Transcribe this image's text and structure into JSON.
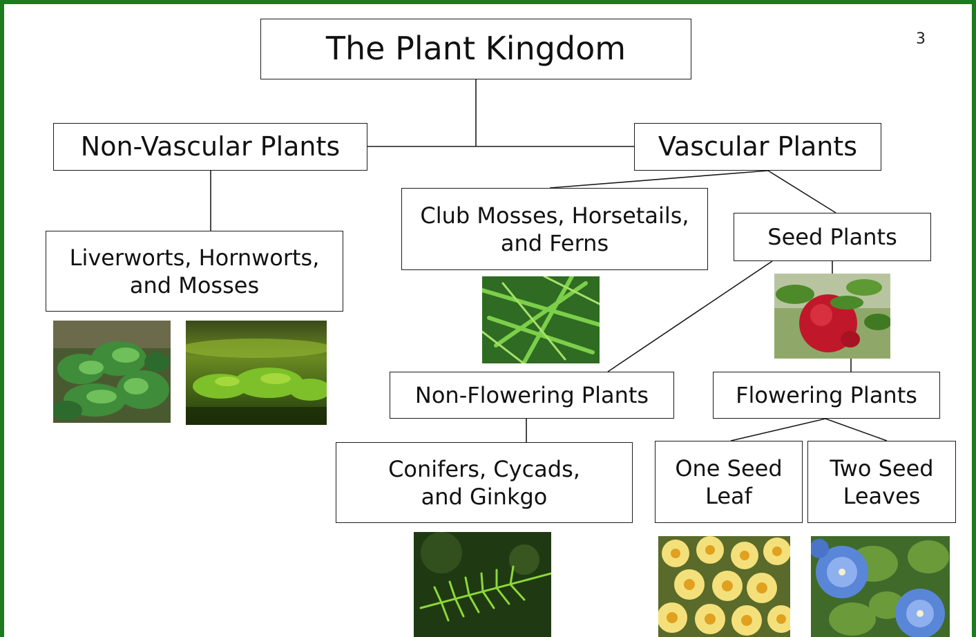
{
  "slide": {
    "page_number": "3",
    "accent_color": "#1e7a1e"
  },
  "nodes": {
    "root": "The Plant Kingdom",
    "non_vascular": "Non-Vascular Plants",
    "vascular": "Vascular Plants",
    "liverworts": "Liverworts, Hornworts,\nand Mosses",
    "club_mosses": "Club Mosses, Horsetails,\nand Ferns",
    "seed_plants": "Seed Plants",
    "non_flowering": "Non-Flowering Plants",
    "flowering": "Flowering Plants",
    "conifers": "Conifers, Cycads,\nand Ginkgo",
    "one_seed_leaf": "One Seed\nLeaf",
    "two_seed_leaves": "Two Seed\nLeaves"
  },
  "photos": [
    {
      "subject": "liverwort",
      "icon": "liverwort-photo"
    },
    {
      "subject": "moss",
      "icon": "moss-photo"
    },
    {
      "subject": "fern",
      "icon": "fern-photo"
    },
    {
      "subject": "apple",
      "icon": "apple-photo"
    },
    {
      "subject": "conifer branch",
      "icon": "conifer-photo"
    },
    {
      "subject": "daffodils",
      "icon": "daffodil-photo"
    },
    {
      "subject": "morning glory",
      "icon": "morning-glory-photo"
    }
  ]
}
